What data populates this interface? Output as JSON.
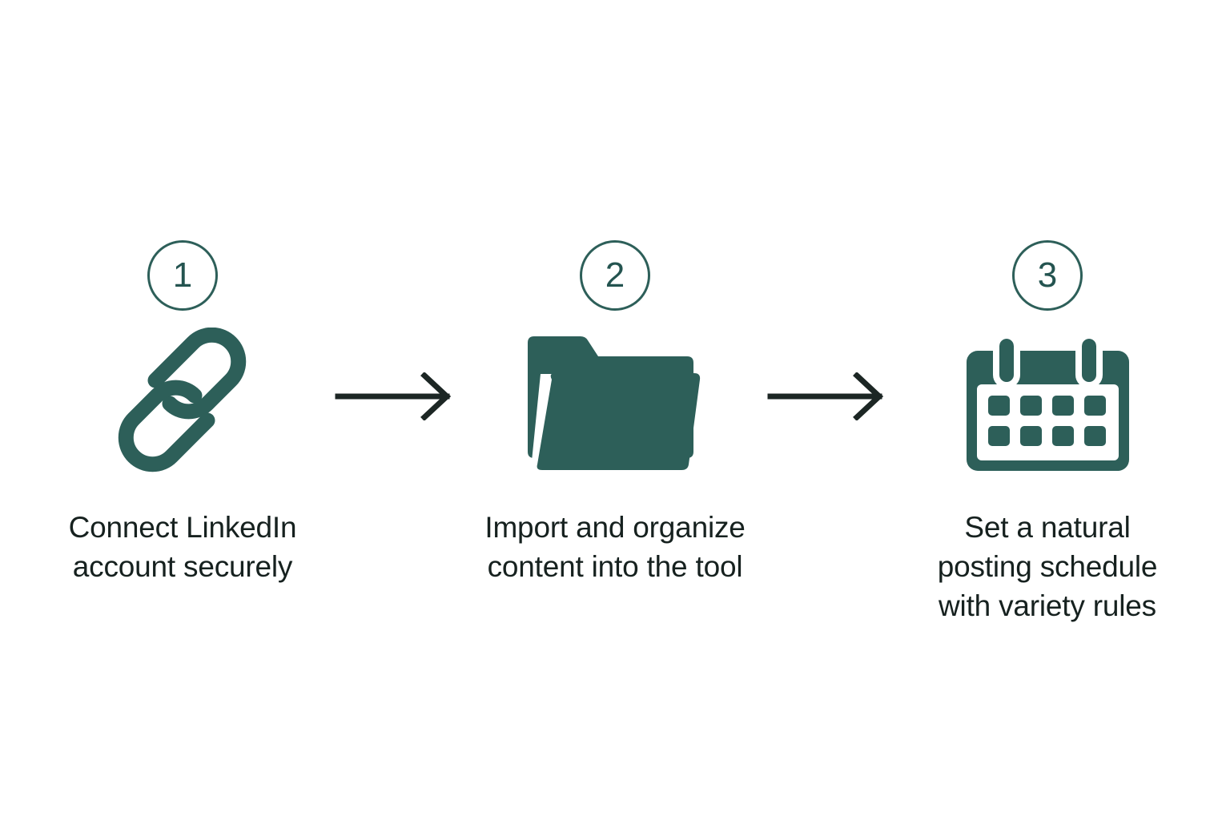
{
  "page": {
    "background_color": "#ffffff",
    "type": "three-step-process-diagram",
    "accent_color": "#2d5f59",
    "text_color": "#16211f",
    "arrow_color": "#1c2624"
  },
  "steps": [
    {
      "number": "1",
      "icon": "chain-link-icon",
      "caption": "Connect LinkedIn\naccount securely"
    },
    {
      "number": "2",
      "icon": "folder-open-icon",
      "caption": "Import and organize\ncontent into the tool"
    },
    {
      "number": "3",
      "icon": "calendar-icon",
      "caption": "Set a natural\nposting schedule\nwith variety rules"
    }
  ],
  "connectors": [
    {
      "icon": "arrow-right-icon"
    },
    {
      "icon": "arrow-right-icon"
    }
  ]
}
